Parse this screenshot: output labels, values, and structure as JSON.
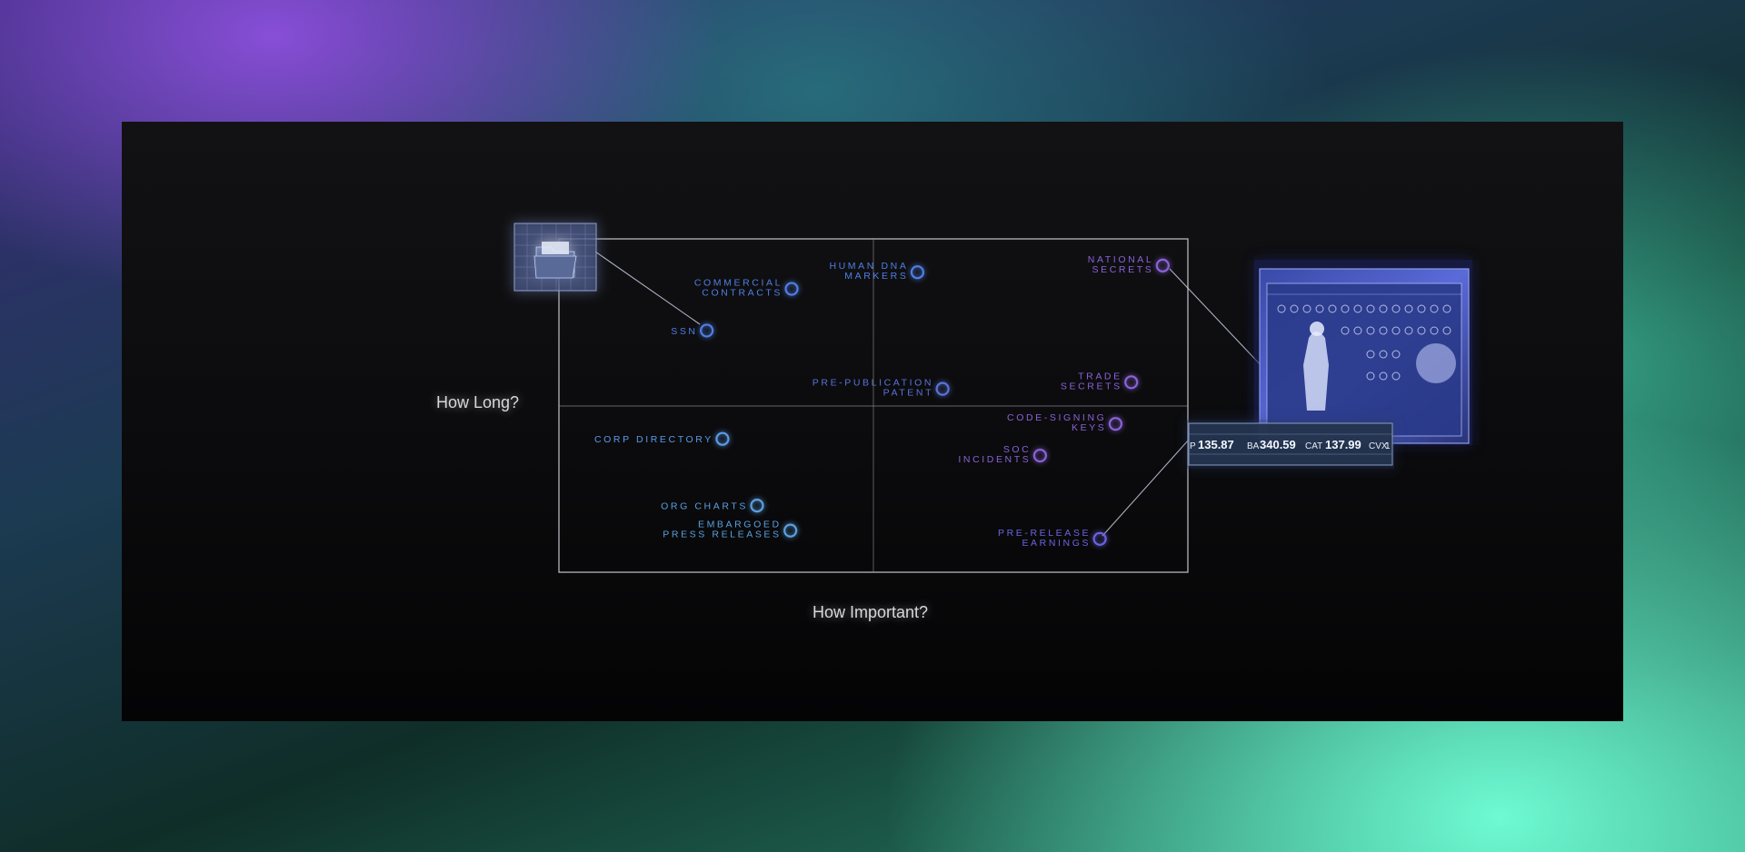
{
  "axes": {
    "y_label": "How Long?",
    "x_label": "How Important?"
  },
  "points": [
    {
      "id": "commercial-contracts",
      "lines": [
        "COMMERCIAL",
        "CONTRACTS"
      ],
      "x": 0.37,
      "y": 0.85,
      "color": "#4f7ee6"
    },
    {
      "id": "human-dna-markers",
      "lines": [
        "HUMAN DNA",
        "MARKERS"
      ],
      "x": 0.57,
      "y": 0.9,
      "color": "#4f7ee6"
    },
    {
      "id": "national-secrets",
      "lines": [
        "NATIONAL",
        "SECRETS"
      ],
      "x": 0.96,
      "y": 0.92,
      "color": "#8a62d8"
    },
    {
      "id": "ssn",
      "lines": [
        "SSN"
      ],
      "x": 0.235,
      "y": 0.725,
      "color": "#4f7ee6"
    },
    {
      "id": "pre-publication-patent",
      "lines": [
        "PRE-PUBLICATION",
        "PATENT"
      ],
      "x": 0.61,
      "y": 0.55,
      "color": "#5a72d8"
    },
    {
      "id": "trade-secrets",
      "lines": [
        "TRADE",
        "SECRETS"
      ],
      "x": 0.91,
      "y": 0.57,
      "color": "#8a62d8"
    },
    {
      "id": "code-signing-keys",
      "lines": [
        "CODE-SIGNING",
        "KEYS"
      ],
      "x": 0.885,
      "y": 0.445,
      "color": "#8a62d8"
    },
    {
      "id": "corp-directory",
      "lines": [
        "CORP DIRECTORY"
      ],
      "x": 0.26,
      "y": 0.4,
      "color": "#5a9ae8"
    },
    {
      "id": "soc-incidents",
      "lines": [
        "SOC",
        "INCIDENTS"
      ],
      "x": 0.765,
      "y": 0.35,
      "color": "#8a62d8"
    },
    {
      "id": "org-charts",
      "lines": [
        "ORG CHARTS"
      ],
      "x": 0.315,
      "y": 0.2,
      "color": "#5aa0e0"
    },
    {
      "id": "embargoed-press-releases",
      "lines": [
        "EMBARGOED",
        "PRESS RELEASES"
      ],
      "x": 0.368,
      "y": 0.125,
      "color": "#5aa0e0"
    },
    {
      "id": "pre-release-earnings",
      "lines": [
        "PRE-RELEASE",
        "EARNINGS"
      ],
      "x": 0.86,
      "y": 0.1,
      "color": "#6a64e0"
    }
  ],
  "ticker": {
    "items": [
      {
        "sym": "P",
        "val": "135.87"
      },
      {
        "sym": "BA",
        "val": "340.59"
      },
      {
        "sym": "CAT",
        "val": "137.99"
      },
      {
        "sym": "CVX",
        "val": "1"
      }
    ]
  },
  "icons": {
    "folder": "folder-icon",
    "archive_photo": "vintage-computer-photo"
  }
}
